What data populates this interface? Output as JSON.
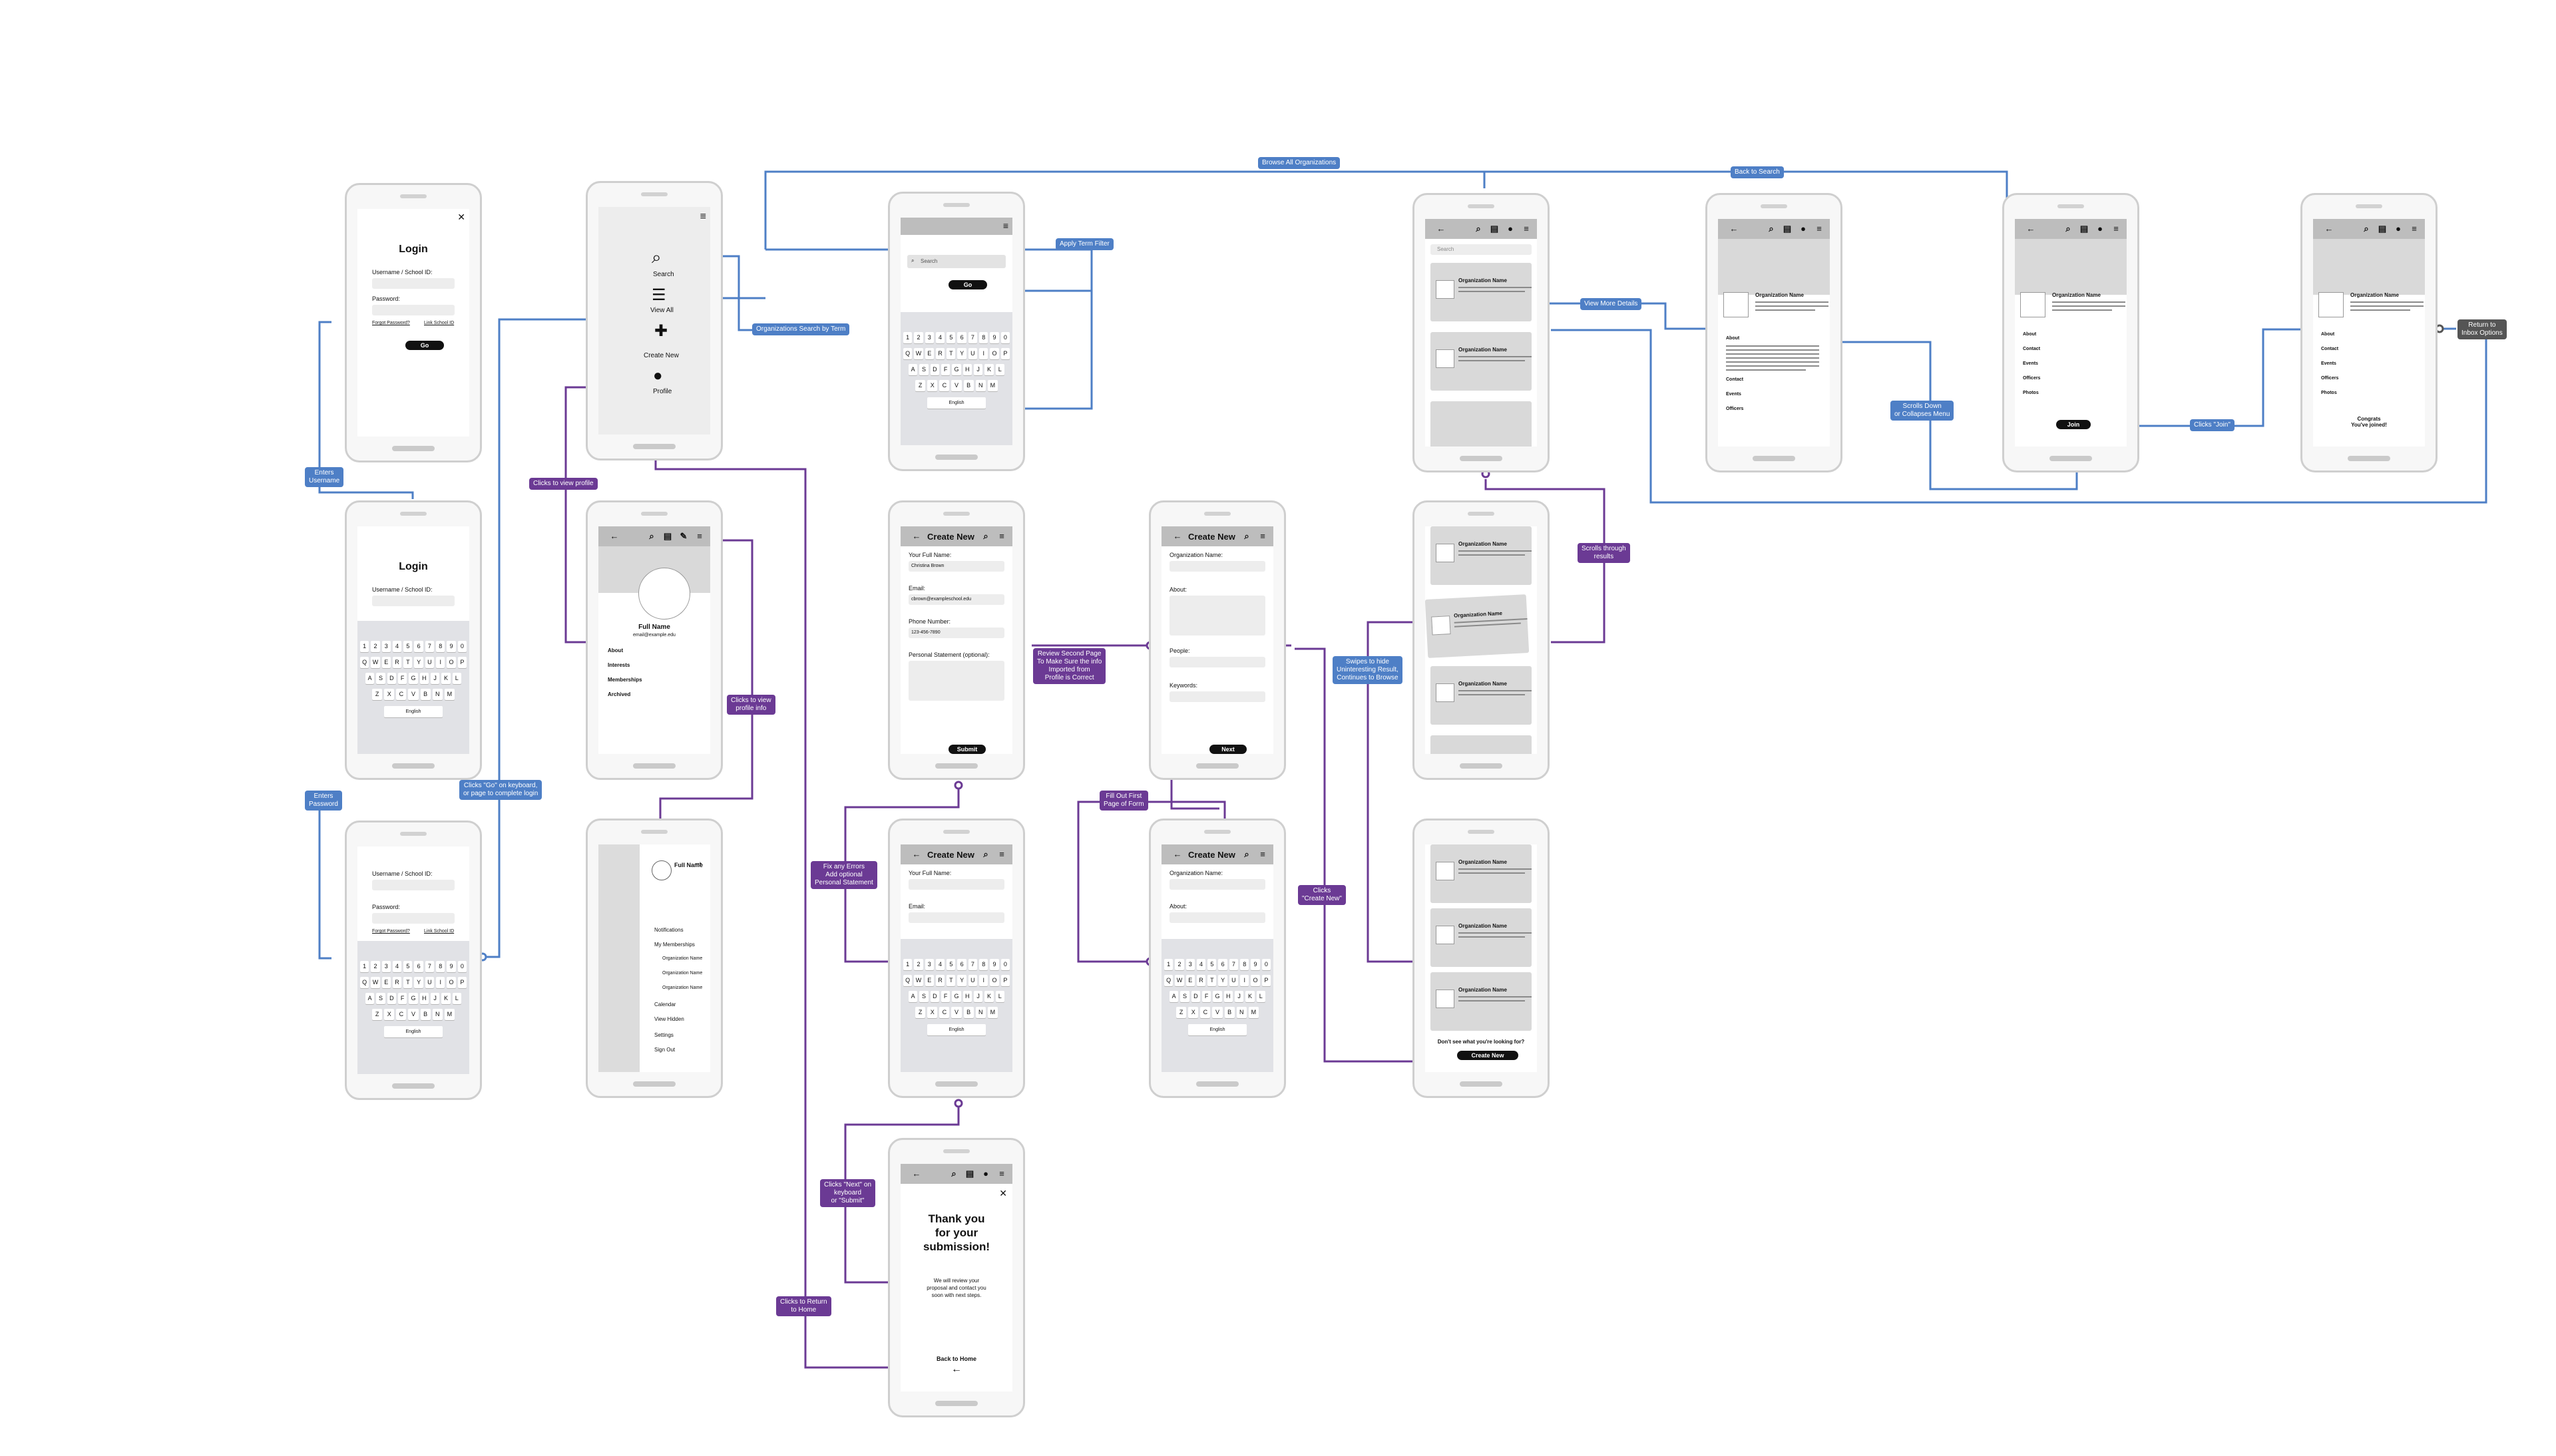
{
  "login1": {
    "title": "Login",
    "username_label": "Username / School ID:",
    "password_label": "Password:",
    "forgot": "Forgot Password?",
    "link_school": "Link School ID",
    "go": "Go"
  },
  "login2": {
    "title": "Login",
    "username_label": "Username / School ID:"
  },
  "login3": {
    "username_label": "Username / School ID:",
    "password_label": "Password:",
    "forgot": "Forgot Password?",
    "link_school": "Link School ID"
  },
  "home": {
    "search": "Search",
    "view_all": "View All",
    "create_new": "Create New",
    "profile": "Profile"
  },
  "search_screen": {
    "placeholder": "Search",
    "go": "Go"
  },
  "keyboard": {
    "row1": [
      "1",
      "2",
      "3",
      "4",
      "5",
      "6",
      "7",
      "8",
      "9",
      "0"
    ],
    "row2": [
      "Q",
      "W",
      "E",
      "R",
      "T",
      "Y",
      "U",
      "I",
      "O",
      "P"
    ],
    "row3": [
      "A",
      "S",
      "D",
      "F",
      "G",
      "H",
      "J",
      "K",
      "L"
    ],
    "row4": [
      "Z",
      "X",
      "C",
      "V",
      "B",
      "N",
      "M"
    ],
    "lang": "English"
  },
  "list": {
    "placeholder": "Search",
    "item": "Organization Name"
  },
  "org_detail": {
    "name": "Organization Name",
    "about": "About",
    "contact": "Contact",
    "events": "Events",
    "officers": "Officers",
    "photos": "Photos",
    "join": "Join",
    "congrats": "Congrats\nYou've joined!"
  },
  "profile": {
    "full_name": "Full Name",
    "email": "email@example.edu",
    "about": "About",
    "interests": "Interests",
    "memberships": "Memberships",
    "archived": "Archived"
  },
  "drawer": {
    "name": "Full Name",
    "notifications": "Notifications",
    "my_memberships": "My Memberships",
    "org": "Organization Name",
    "calendar": "Calendar",
    "view_hidden": "View Hidden",
    "settings": "Settings",
    "sign_out": "Sign Out"
  },
  "create1": {
    "title": "Create New",
    "full_name": "Your Full Name:",
    "full_name_val": "Christina Brown",
    "email": "Email:",
    "email_val": "cbrown@exampleschool.edu",
    "phone": "Phone Number:",
    "phone_val": "123-456-7890",
    "statement": "Personal Statement (optional):",
    "submit": "Submit"
  },
  "create2": {
    "title": "Create New",
    "org_name": "Organization Name:",
    "about": "About:",
    "people": "People:",
    "keywords": "Keywords:",
    "next": "Next"
  },
  "create3": {
    "title": "Create New",
    "full_name": "Your Full Name:",
    "email": "Email:"
  },
  "create4": {
    "title": "Create New",
    "org_name": "Organization Name:",
    "about": "About:"
  },
  "results": {
    "not_found": "Don't see what you're looking for?",
    "create_new": "Create New"
  },
  "thanks": {
    "title": "Thank you\nfor your\nsubmission!",
    "body": "We will review your\nproposal and contact you\nsoon with next steps.",
    "back": "Back to Home"
  },
  "notes": {
    "browse_all": "Browse All Organizations",
    "back_to_search": "Back to Search",
    "apply_filter": "Apply Term Filter",
    "org_search": "Organizations Search by Term",
    "view_more": "View More Details",
    "return_to": "Return to\nInbox Options",
    "scrolls_down": "Scrolls Down\nor Collapses Menu",
    "clicks_join": "Clicks \"Join\"",
    "enters_username": "Enters\nUsername",
    "enters_password": "Enters\nPassword",
    "clicks_go": "Clicks \"Go\" on keyboard,\nor page to complete login",
    "clicks_view_profile": "Clicks to view profile",
    "clicks_view_profile_info": "Clicks to view\nprofile info",
    "scrolls_through": "Scrolls through\nresults",
    "swipes": "Swipes to hide\nUninteresting Result,\nContinues to Browse",
    "review": "Review Second Page\nTo Make Sure the info\nImported from\nProfile is Correct",
    "fill_first": "Fill Out First\nPage of Form",
    "fix_errors": "Fix any Errors\nAdd optional\nPersonal Statement",
    "clicks_create": "Clicks\n\"Create New\"",
    "clicks_next": "Clicks \"Next\" on\nkeyboard\nor \"Submit\"",
    "clicks_return": "Clicks to Return\nto Home"
  },
  "colors": {
    "blue": "#4e7fc6",
    "purple": "#6b3a94"
  }
}
